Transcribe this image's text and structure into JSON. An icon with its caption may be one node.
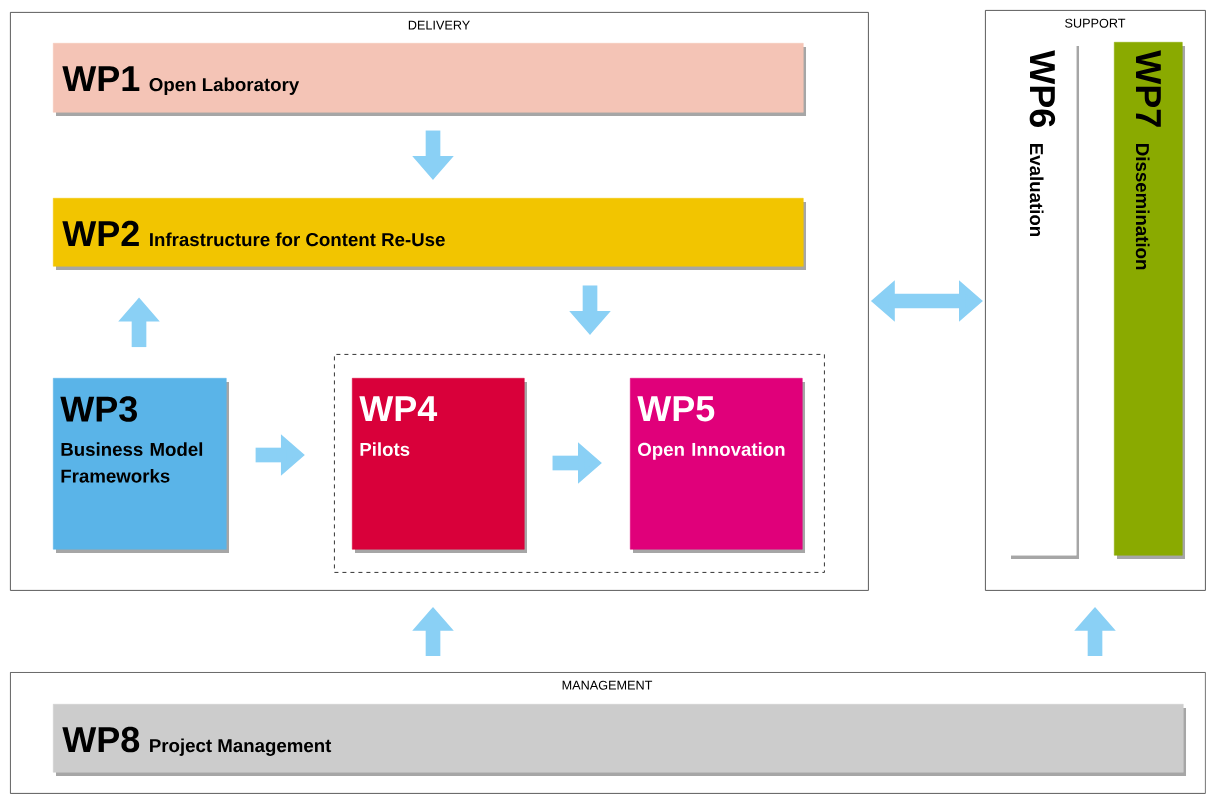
{
  "diagram": {
    "nodes": [
      {
        "text": [
          "DELIVERY"
        ]
      },
      {
        "text": [
          "WP1",
          "Open Laboratory"
        ],
        "in": 0
      },
      {
        "text": [
          "WP2",
          "Infrastructure for Content Re-Use"
        ],
        "in": 0
      },
      {
        "text": [
          "WP3",
          "Business Model Frameworks"
        ],
        "in": 0
      },
      {
        "text": [],
        "shape": "box",
        "in": 0
      },
      {
        "text": [
          "WP4",
          "Pilots"
        ],
        "in": 4
      },
      {
        "text": [
          "WP5",
          "Open Innovation"
        ],
        "in": 4
      },
      {
        "text": [
          "SUPPORT"
        ]
      },
      {
        "text": [
          "WP6",
          "Evaluation"
        ],
        "in": 7
      },
      {
        "text": [
          "WP7",
          "Dissemination"
        ],
        "in": 7
      },
      {
        "text": [
          "MANAGEMENT"
        ]
      },
      {
        "text": [
          "WP8",
          "Project Management"
        ],
        "in": 10
      }
    ],
    "edges": [
      {
        "from": 1,
        "to": 2,
        "arrow": "to"
      },
      {
        "from": 3,
        "to": 2,
        "arrow": "to"
      },
      {
        "from": 2,
        "to": 4,
        "arrow": "to"
      },
      {
        "from": 3,
        "to": 4,
        "arrow": "to"
      },
      {
        "from": 5,
        "to": 6,
        "arrow": "to"
      },
      {
        "from": 0,
        "to": 7,
        "arrow": "both"
      },
      {
        "from": 10,
        "to": 0,
        "arrow": "to"
      },
      {
        "from": 10,
        "to": 7,
        "arrow": "to"
      }
    ]
  }
}
